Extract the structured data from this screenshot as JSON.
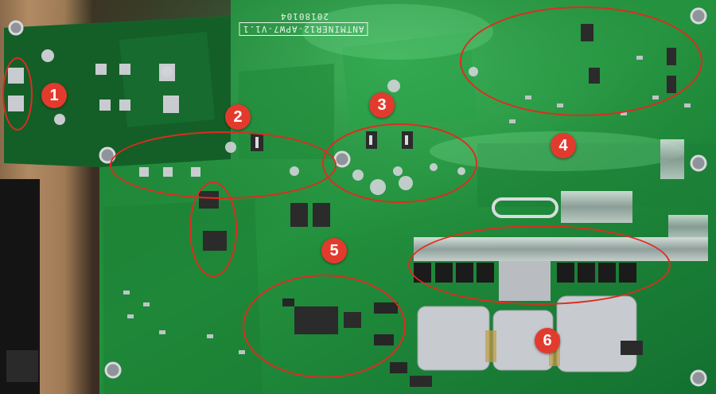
{
  "board": {
    "model_label": "ANTMINER12-APW7-V1.1",
    "date_code": "20180104",
    "colors": {
      "pcb_dark": "#0f5a22",
      "pcb_mid": "#1d8a3a",
      "pcb_light": "#3fb35a",
      "solder": "#c9ccd1",
      "annotation_red": "#e02b20"
    }
  },
  "markers": [
    {
      "id": "1",
      "label": "1"
    },
    {
      "id": "2",
      "label": "2"
    },
    {
      "id": "3",
      "label": "3"
    },
    {
      "id": "4",
      "label": "4"
    },
    {
      "id": "5",
      "label": "5"
    },
    {
      "id": "6",
      "label": "6"
    }
  ]
}
